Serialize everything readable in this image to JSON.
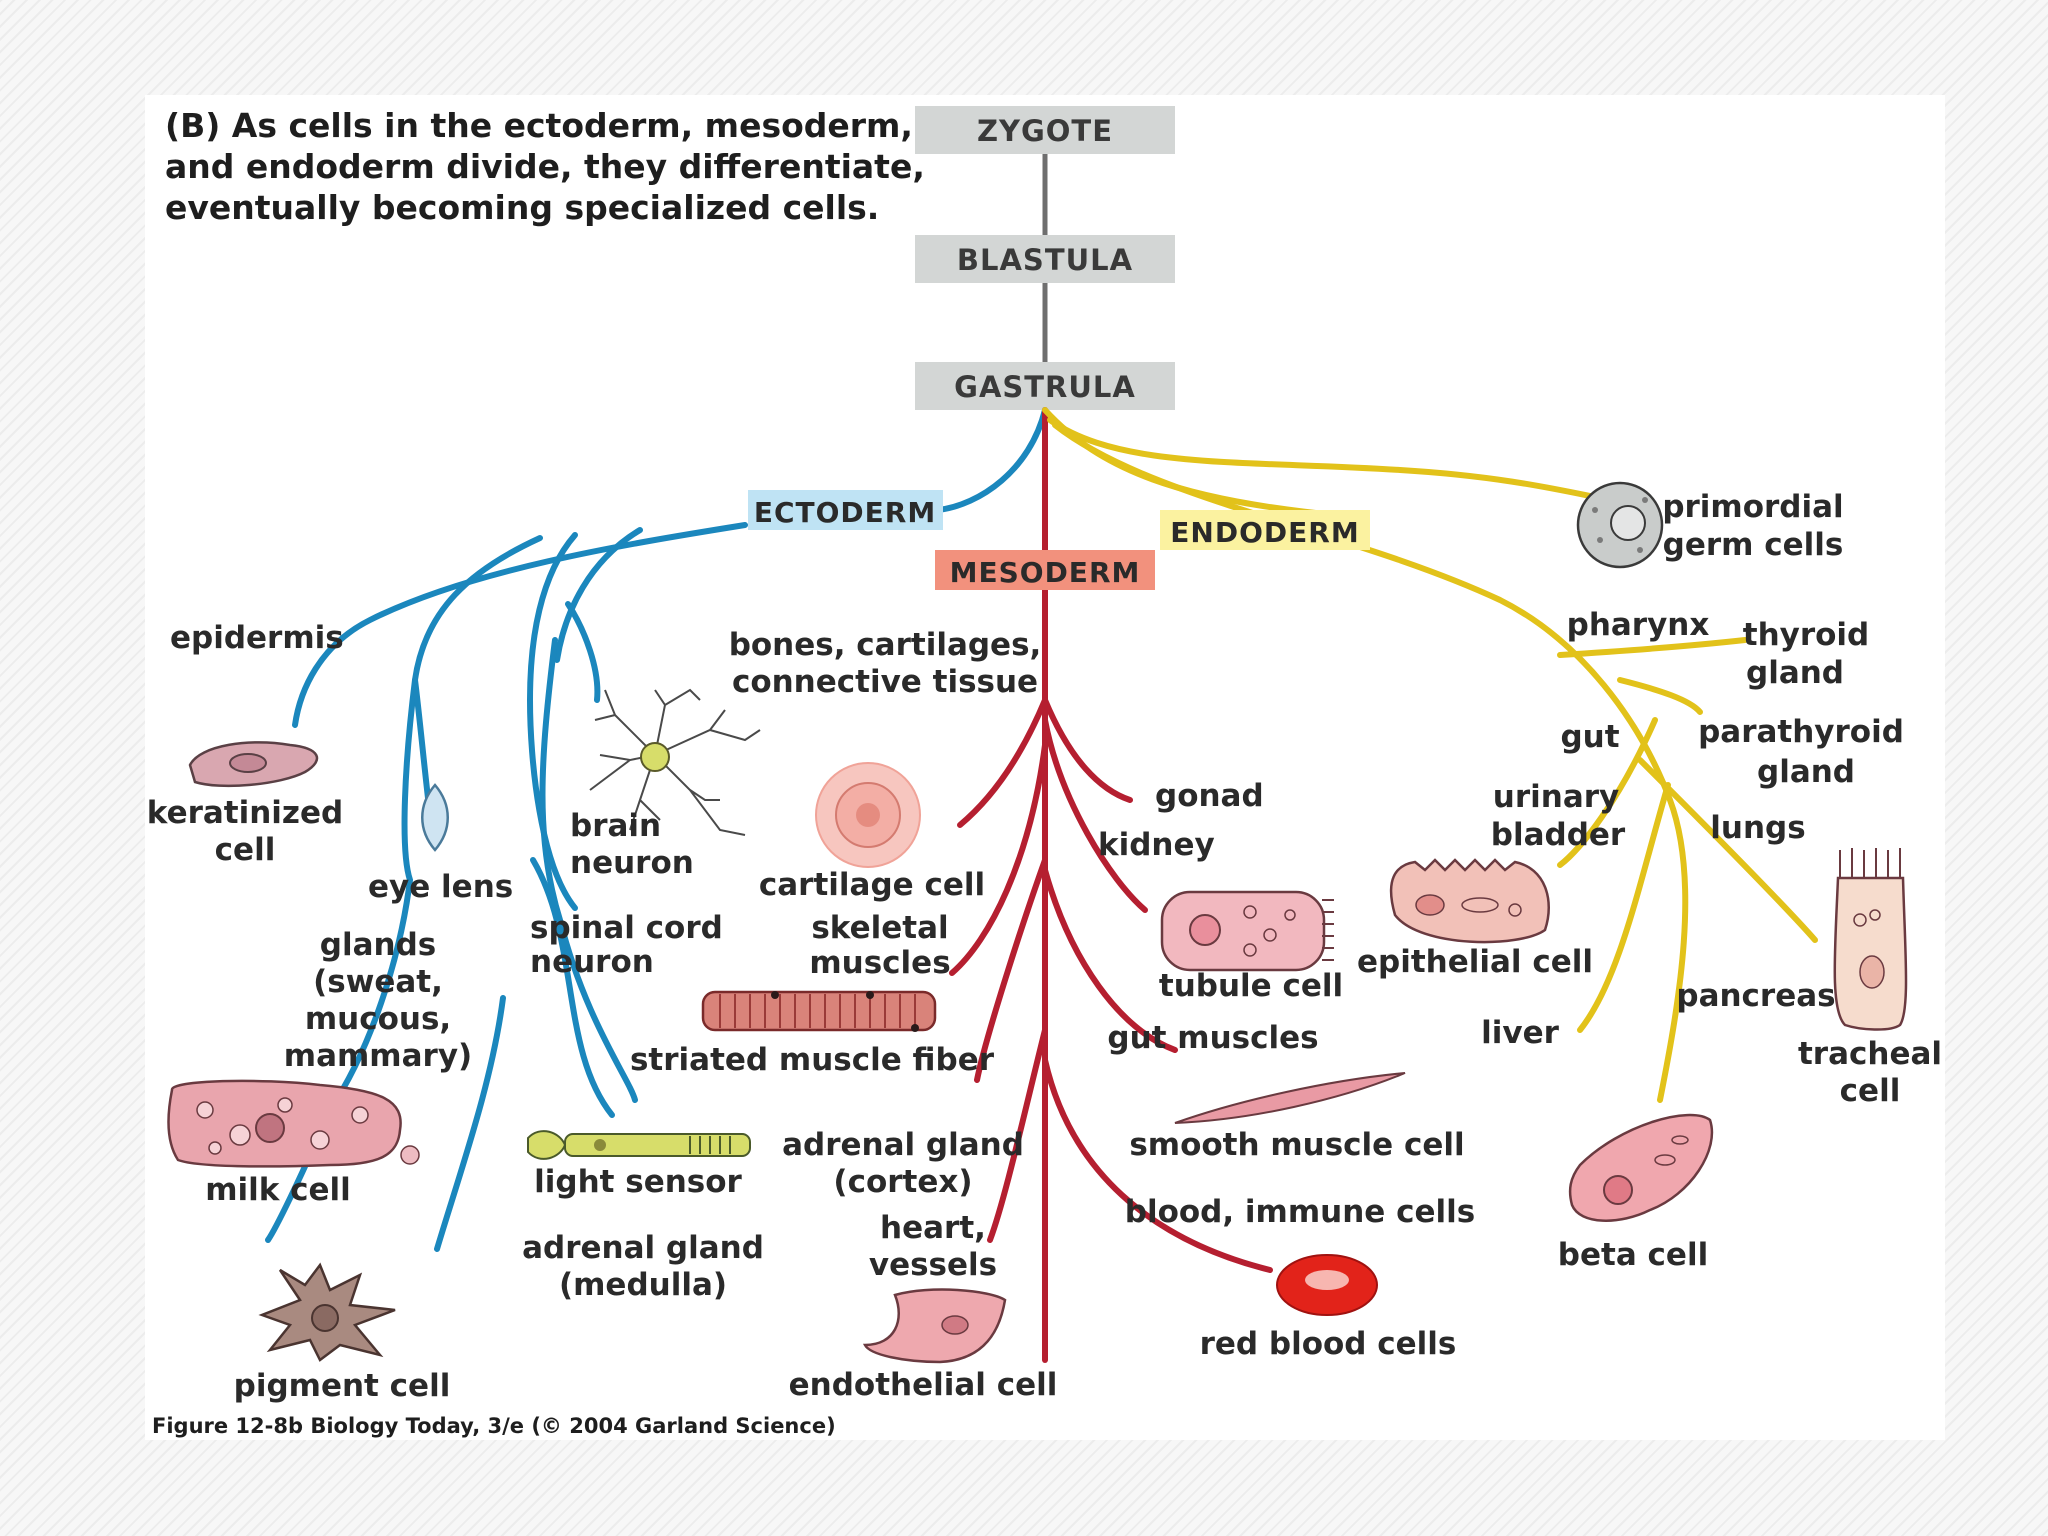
{
  "caption": {
    "line1": "(B)  As cells in the ectoderm, mesoderm,",
    "line2": "and endoderm divide, they differentiate,",
    "line3": "eventually becoming specialized cells."
  },
  "stages": {
    "zygote": "ZYGOTE",
    "blastula": "BLASTULA",
    "gastrula": "GASTRULA"
  },
  "germ_layers": {
    "ectoderm": "ECTODERM",
    "mesoderm": "MESODERM",
    "endoderm": "ENDODERM"
  },
  "colors": {
    "ectoderm": "#1b87bd",
    "mesoderm": "#b51f30",
    "endoderm": "#e2c21a",
    "stage_box": "#d3d6d5"
  },
  "ectoderm": {
    "epidermis": "epidermis",
    "keratinized_1": "keratinized",
    "keratinized_2": "cell",
    "eye_lens": "eye lens",
    "brain_neuron_1": "brain",
    "brain_neuron_2": "neuron",
    "glands_1": "glands",
    "glands_2": "(sweat,",
    "glands_3": "mucous,",
    "glands_4": "mammary)",
    "spinal_1": "spinal cord",
    "spinal_2": "neuron",
    "milk_cell": "milk cell",
    "light_sensor": "light sensor",
    "adrenal_medulla_1": "adrenal gland",
    "adrenal_medulla_2": "(medulla)",
    "pigment_cell": "pigment cell"
  },
  "mesoderm": {
    "bones_1": "bones, cartilages,",
    "bones_2": "connective tissue",
    "cartilage_cell": "cartilage cell",
    "skeletal_1": "skeletal",
    "skeletal_2": "muscles",
    "striated": "striated muscle fiber",
    "adrenal_cortex_1": "adrenal gland",
    "adrenal_cortex_2": "(cortex)",
    "heart_1": "heart,",
    "heart_2": "vessels",
    "endothelial": "endothelial cell",
    "gonad": "gonad",
    "kidney": "kidney",
    "tubule_cell": "tubule cell",
    "gut_muscles": "gut muscles",
    "smooth_muscle": "smooth muscle cell",
    "blood": "blood, immune cells",
    "rbc": "red blood cells"
  },
  "endoderm": {
    "primordial_1": "primordial",
    "primordial_2": "germ cells",
    "pharynx": "pharynx",
    "thyroid_1": "thyroid",
    "thyroid_2": "gland",
    "gut": "gut",
    "parathyroid_1": "parathyroid",
    "parathyroid_2": "gland",
    "urinary_1": "urinary",
    "urinary_2": "bladder",
    "lungs": "lungs",
    "epithelial": "epithelial cell",
    "pancreas": "pancreas",
    "liver": "liver",
    "tracheal_1": "tracheal",
    "tracheal_2": "cell",
    "beta_cell": "beta cell"
  },
  "credit": "Figure 12-8b  Biology Today, 3/e (© 2004 Garland Science)"
}
